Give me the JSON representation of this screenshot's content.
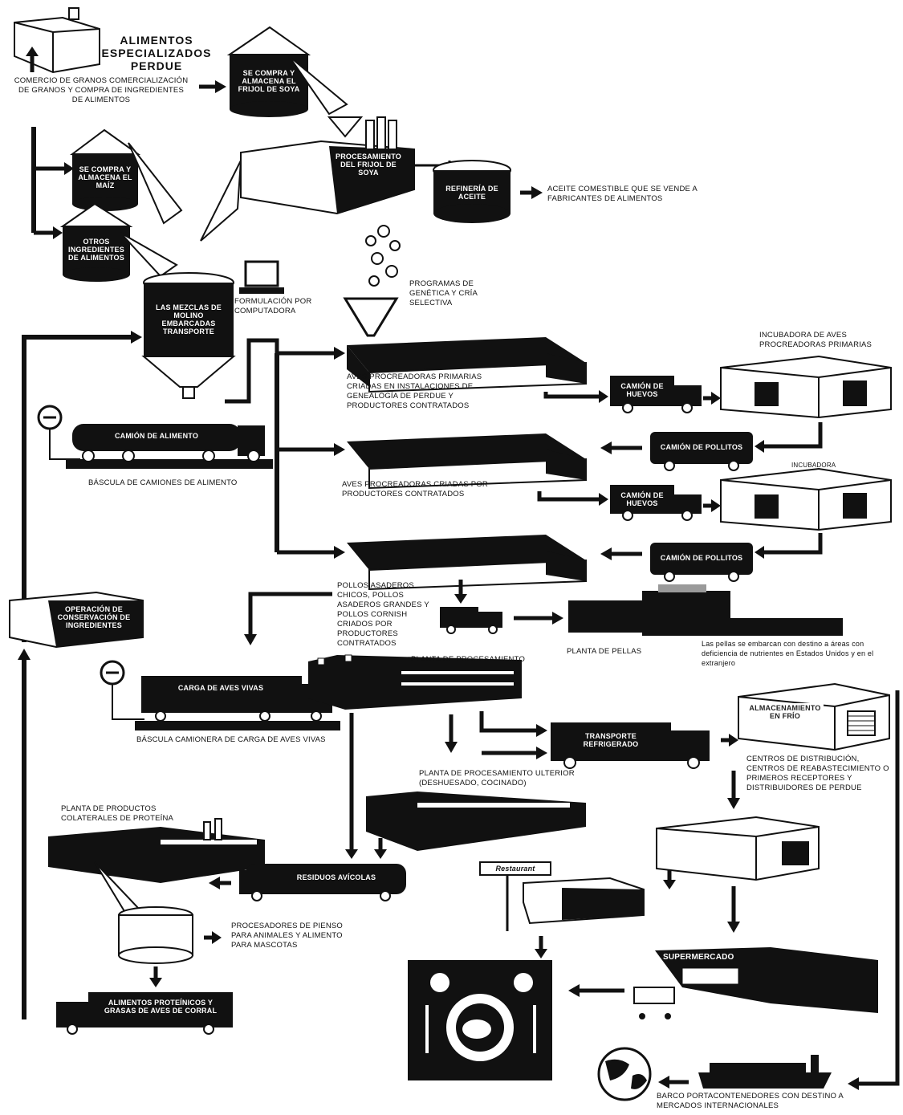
{
  "labels": {
    "alimentos_perdue": "ALIMENTOS ESPECIALIZADOS PERDUE",
    "comercio_granos": "COMERCIO DE GRANOS COMERCIALIZACIÓN DE GRANOS Y COMPRA DE INGREDIENTES DE ALIMENTOS",
    "silo_soya": "SE COMPRA Y ALMACENA EL FRIJOL DE SOYA",
    "silo_maiz": "SE COMPRA Y ALMACENA EL MAÍZ",
    "otros_ingredientes": "OTROS INGREDIENTES DE ALIMENTOS",
    "procesamiento_soya": "PROCESAMIENTO DEL FRIJOL DE SOYA",
    "refineria_aceite": "REFINERÍA DE ACEITE",
    "aceite_comestible": "ACEITE COMESTIBLE QUE SE VENDE A FABRICANTES DE ALIMENTOS",
    "mezcla_molino": "LAS MEZCLAS DE MOLINO EMBARCADAS TRANSPORTE",
    "formulacion": "FORMULACIÓN POR COMPUTADORA",
    "geneticos": "PROGRAMAS DE GENÉTICA Y CRÍA SELECTIVA",
    "camion_alimento": "CAMIÓN DE ALIMENTO",
    "bascula_alimento": "BÁSCULA DE CAMIONES DE ALIMENTO",
    "aves_primarias": "AVES PROCREADORAS PRIMARIAS CRIADAS EN INSTALACIONES DE GENEALOGÍA DE PERDUE Y PRODUCTORES CONTRATADOS",
    "camion_huevos_1": "CAMIÓN DE HUEVOS",
    "incubadora_primarias": "INCUBADORA DE AVES PROCREADORAS PRIMARIAS",
    "bus_pollitos_1": "CAMIÓN DE POLLITOS",
    "aves_procreadoras": "AVES PROCREADORAS CRIADAS POR PRODUCTORES CONTRATADOS",
    "camion_huevos_2": "CAMIÓN DE HUEVOS",
    "incubadora": "INCUBADORA",
    "bus_pollitos_2": "CAMIÓN DE POLLITOS",
    "pollos_asaderos": "POLLOS ASADEROS CHICOS, POLLOS ASADEROS GRANDES Y POLLOS CORNISH CRIADOS POR PRODUCTORES CONTRATADOS",
    "planta_pellas": "PLANTA DE PELLAS",
    "pellas_embarque": "Las pellas se embarcan con destino a áreas con deficiencia de nutrientes en Estados Unidos y en el extranjero",
    "operacion_conservacion": "OPERACIÓN DE CONSERVACIÓN DE INGREDIENTES",
    "planta_procesamiento": "PLANTA DE PROCESAMIENTO",
    "carga_aves": "CARGA DE AVES VIVAS",
    "bascula_aves": "BÁSCULA CAMIONERA DE CARGA DE AVES VIVAS",
    "transporte_refrigerado": "TRANSPORTE REFRIGERADO",
    "almacenamiento_frio": "ALMACENAMIENTO EN FRÍO",
    "centros_distribucion": "CENTROS DE DISTRIBUCIÓN, CENTROS DE REABASTECIMIENTO O PRIMEROS RECEPTORES Y DISTRIBUIDORES DE PERDUE",
    "planta_procesamiento_ulterior": "PLANTA DE PROCESAMIENTO ULTERIOR (DESHUESADO, COCINADO)",
    "planta_colaterales": "PLANTA DE PRODUCTOS COLATERALES DE PROTEÍNA",
    "residuos_avicolas": "RESIDUOS AVÍCOLAS",
    "restaurant": "Restaurant",
    "supermercado": "SUPERMERCADO",
    "procesadores_pienso": "PROCESADORES DE PIENSO PARA ANIMALES Y ALIMENTO PARA MASCOTAS",
    "alimento_proteina": "ALIMENTOS PROTEÍNICOS Y GRASAS DE AVES DE CORRAL",
    "barco": "BARCO PORTACONTENEDORES CON DESTINO A MERCADOS INTERNACIONALES"
  },
  "colors": {
    "ink": "#111111",
    "paper": "#ffffff",
    "gray": "#9a9a9a"
  }
}
